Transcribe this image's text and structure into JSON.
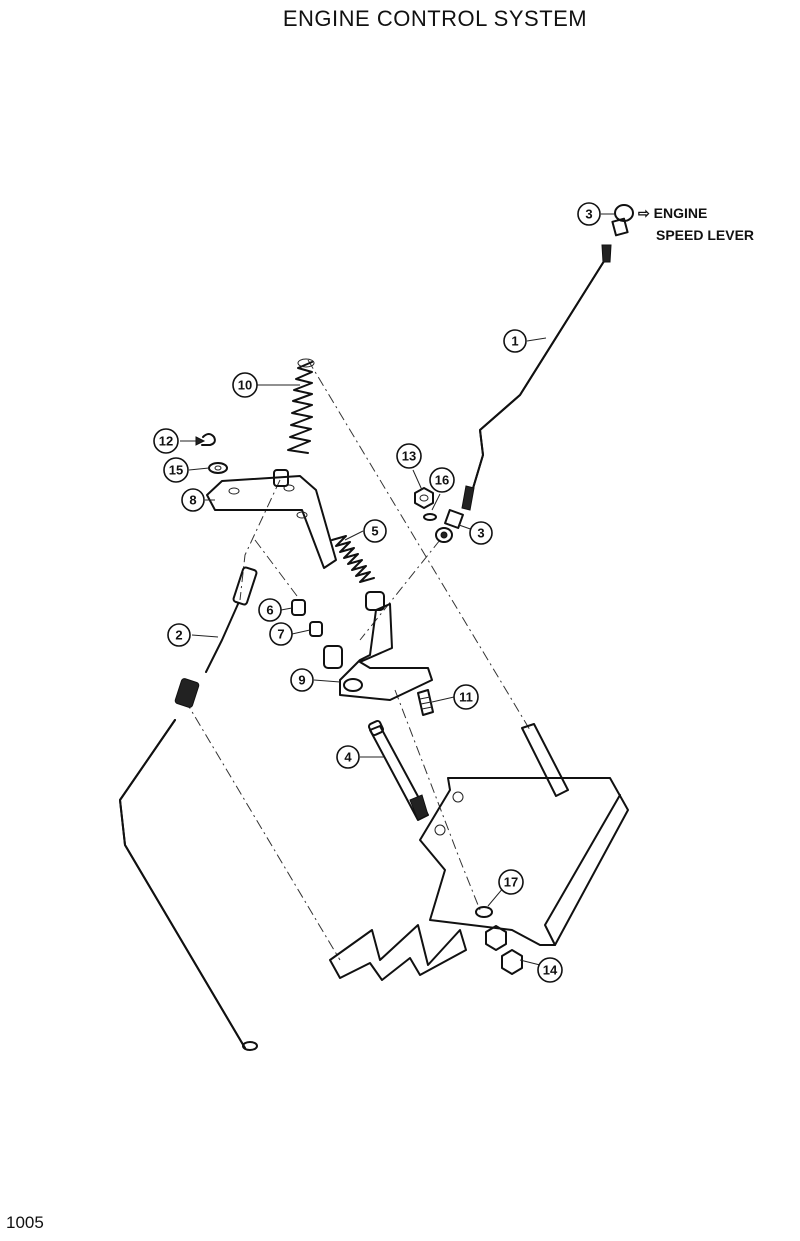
{
  "page": {
    "title": "ENGINE CONTROL SYSTEM",
    "page_number": "1005"
  },
  "annotations": {
    "engine_line1": "⇨ ENGINE",
    "engine_line2": "SPEED LEVER"
  },
  "callouts": {
    "c1": "1",
    "c2": "2",
    "c3a": "3",
    "c3b": "3",
    "c4": "4",
    "c5": "5",
    "c6": "6",
    "c7": "7",
    "c8": "8",
    "c9": "9",
    "c10": "10",
    "c11": "11",
    "c12": "12",
    "c13": "13",
    "c14": "14",
    "c15": "15",
    "c16": "16",
    "c17": "17"
  }
}
